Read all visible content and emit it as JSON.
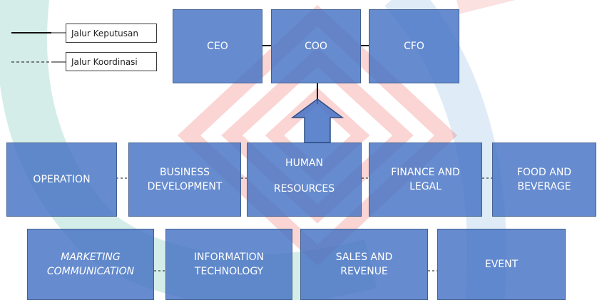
{
  "legend": {
    "decision_label": "Jalur Keputusan",
    "coordination_label": "Jalur Koordinasi"
  },
  "top_row": [
    {
      "id": "ceo",
      "label": "CEO"
    },
    {
      "id": "coo",
      "label": "COO"
    },
    {
      "id": "cfo",
      "label": "CFO"
    }
  ],
  "middle_row": [
    {
      "id": "operation",
      "lines": [
        "OPERATION"
      ]
    },
    {
      "id": "business-development",
      "lines": [
        "BUSINESS",
        "DEVELOPMENT"
      ]
    },
    {
      "id": "human-resources",
      "lines": [
        "HUMAN",
        "RESOURCES"
      ]
    },
    {
      "id": "finance-and-legal",
      "lines": [
        "FINANCE AND",
        "LEGAL"
      ]
    },
    {
      "id": "food-and-beverage",
      "lines": [
        "FOOD AND",
        "BEVERAGE"
      ]
    }
  ],
  "bottom_row": [
    {
      "id": "marketing-communication",
      "lines": [
        "MARKETING",
        "COMMUNICATION"
      ]
    },
    {
      "id": "information-technology",
      "lines": [
        "INFORMATION",
        "TECHNOLOGY"
      ]
    },
    {
      "id": "sales-and-revenue",
      "lines": [
        "SALES AND",
        "REVENUE"
      ]
    },
    {
      "id": "event",
      "lines": [
        "EVENT"
      ]
    }
  ],
  "colors": {
    "box_fill": "#4472c4",
    "box_border": "#41608f",
    "watermark_teal": "#3fae98",
    "watermark_red": "#e8403a",
    "watermark_blue": "#6fa8dc"
  }
}
